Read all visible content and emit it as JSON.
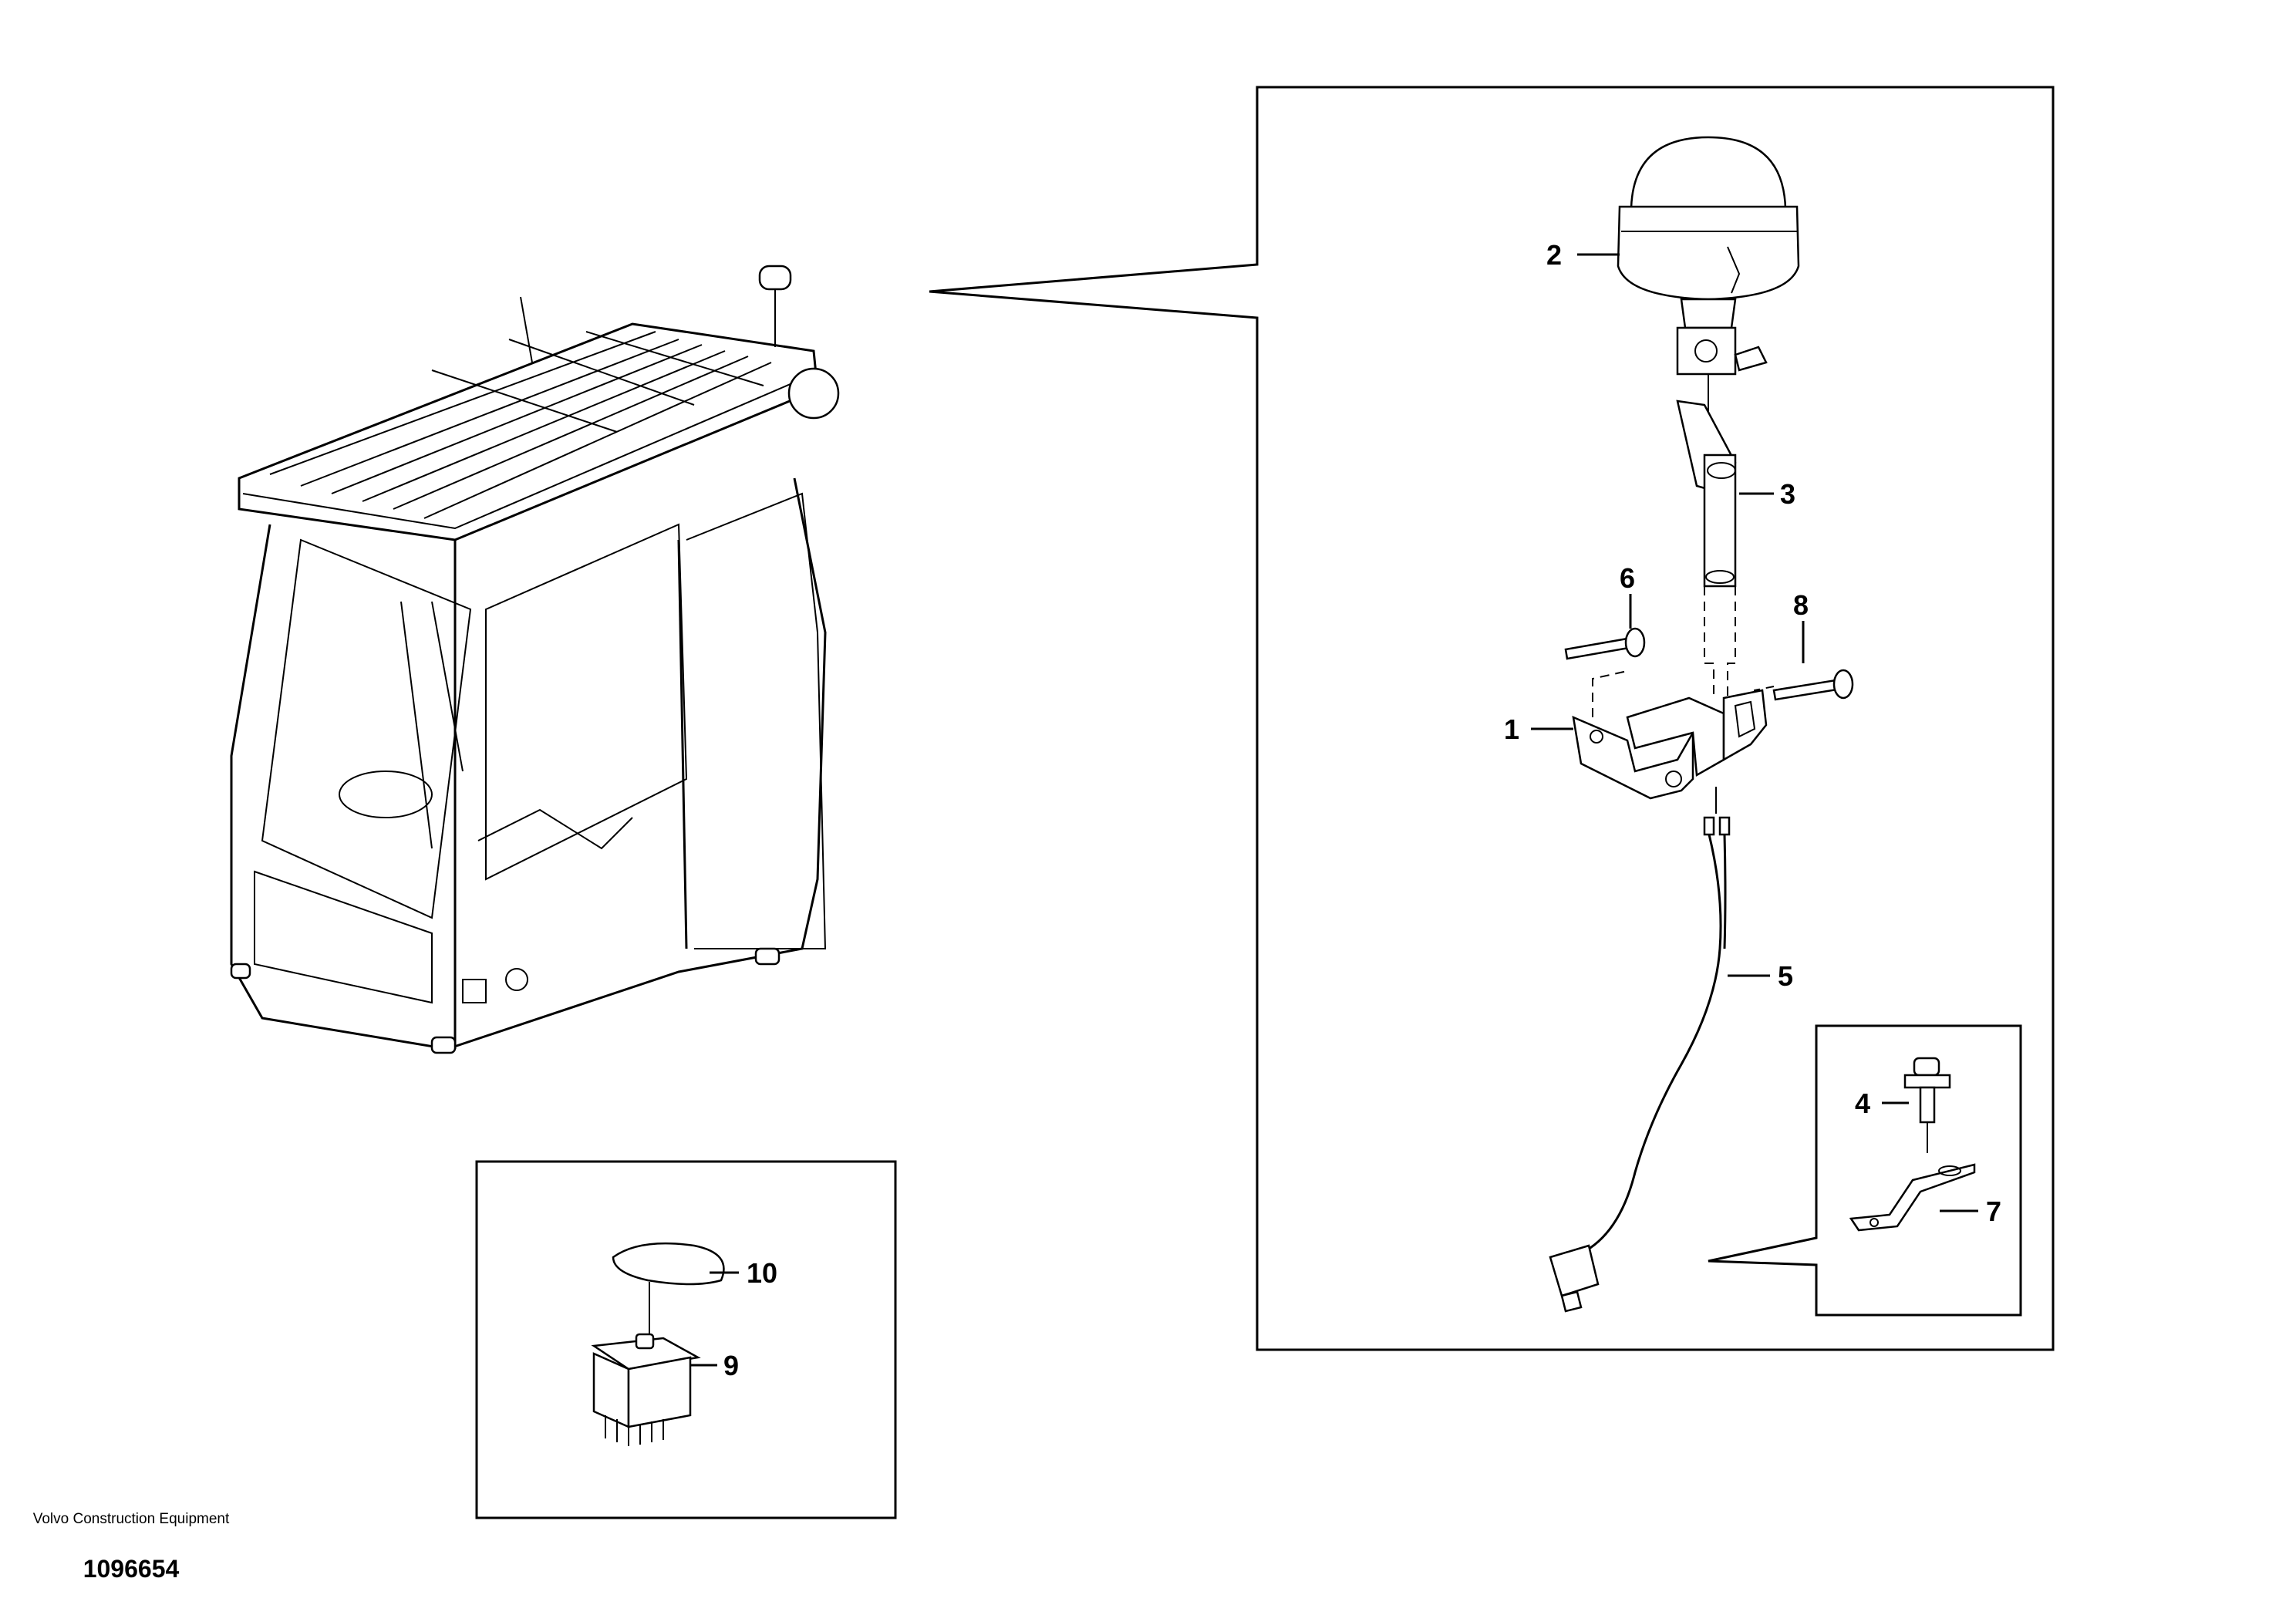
{
  "footer": {
    "company": "Volvo Construction Equipment",
    "drawing_number": "1096654"
  },
  "callouts": {
    "p1": "1",
    "p2": "2",
    "p3": "3",
    "p4": "4",
    "p5": "5",
    "p6": "6",
    "p7": "7",
    "p8": "8",
    "p9": "9",
    "p10": "10"
  }
}
